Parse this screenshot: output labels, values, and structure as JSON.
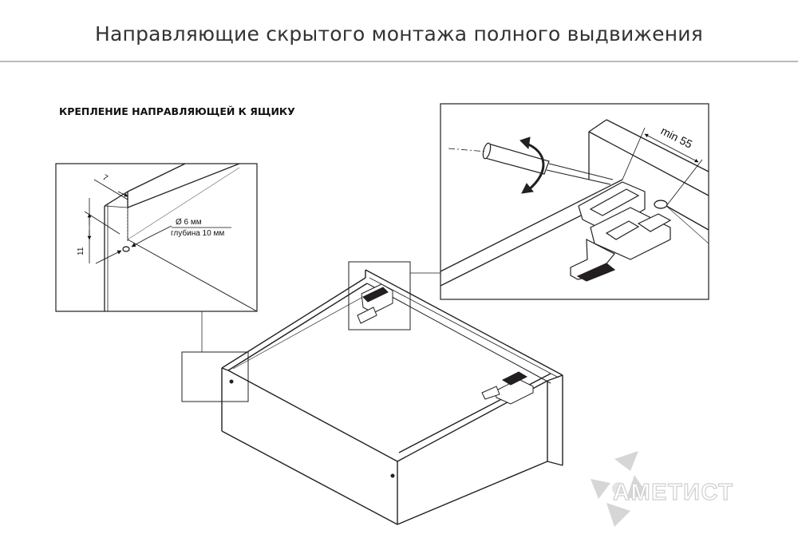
{
  "header": {
    "title": "Направляющие скрытого монтажа полного выдвижения"
  },
  "section": {
    "label": "КРЕПЛЕНИЕ НАПРАВЛЯЮЩЕЙ К ЯЩИКУ"
  },
  "detail_left": {
    "dim_horizontal": "7",
    "dim_vertical": "11",
    "hole_diameter": "Ø 6 мм",
    "hole_depth": "глубина 10 мм"
  },
  "detail_right": {
    "min_distance": "min 55"
  },
  "watermark": {
    "brand": "АМЕТИСТ",
    "logo_icon": "ametist-logo-icon"
  },
  "colors": {
    "line": "#231f20",
    "divider": "#b9b9b9",
    "title_text": "#333333",
    "watermark": "#d6d6d6"
  }
}
